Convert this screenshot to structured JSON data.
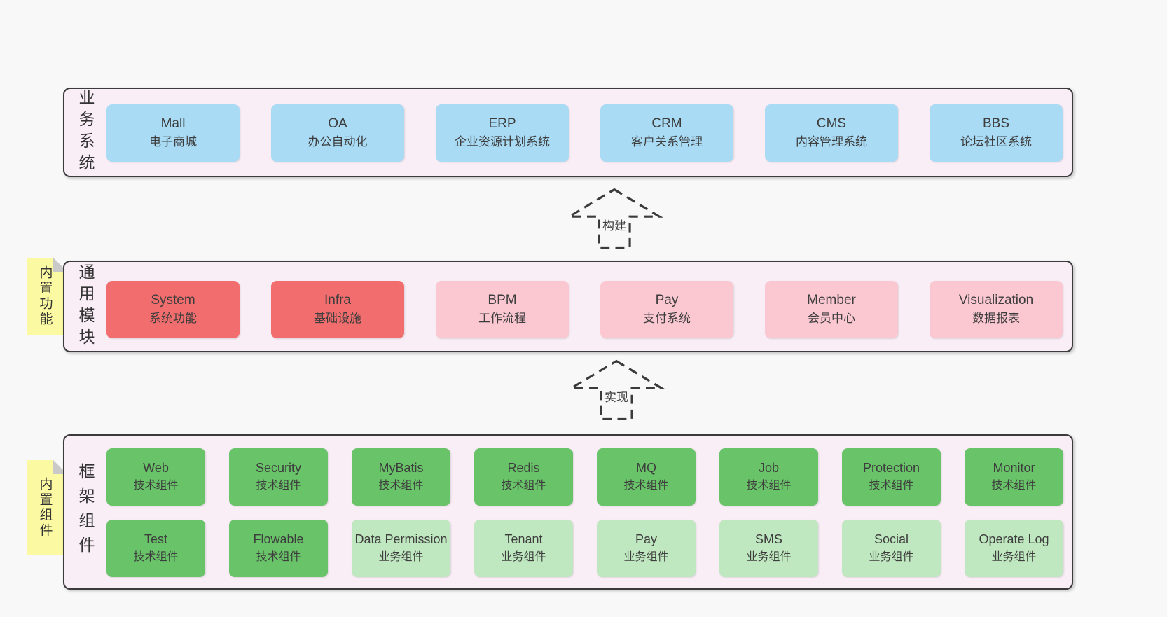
{
  "colors": {
    "page_bg": "#f8f8f8",
    "panel_bg": "#f9edf6",
    "panel_border": "#3b3b3b",
    "blue_box": "#a9dbf5",
    "red_box": "#f26d6d",
    "pink_box": "#fbc8d2",
    "green_box": "#69c369",
    "light_green_box": "#c0e8c0",
    "tab_yellow": "#fbf9a1",
    "fold_gray": "#c9c9c9",
    "text": "#3d3d3d"
  },
  "layers": {
    "business": {
      "side_label": "业务系统",
      "boxes": [
        {
          "name": "Mall",
          "desc": "电子商城"
        },
        {
          "name": "OA",
          "desc": "办公自动化"
        },
        {
          "name": "ERP",
          "desc": "企业资源计划系统"
        },
        {
          "name": "CRM",
          "desc": "客户关系管理"
        },
        {
          "name": "CMS",
          "desc": "内容管理系统"
        },
        {
          "name": "BBS",
          "desc": "论坛社区系统"
        }
      ]
    },
    "modules": {
      "side_label": "通用模块",
      "tab_label": "内置功能",
      "boxes": [
        {
          "name": "System",
          "desc": "系统功能"
        },
        {
          "name": "Infra",
          "desc": "基础设施"
        },
        {
          "name": "BPM",
          "desc": "工作流程"
        },
        {
          "name": "Pay",
          "desc": "支付系统"
        },
        {
          "name": "Member",
          "desc": "会员中心"
        },
        {
          "name": "Visualization",
          "desc": "数据报表"
        }
      ]
    },
    "components": {
      "side_label": "框架组件",
      "tab_label": "内置组件",
      "row1": [
        {
          "name": "Web",
          "desc": "技术组件"
        },
        {
          "name": "Security",
          "desc": "技术组件"
        },
        {
          "name": "MyBatis",
          "desc": "技术组件"
        },
        {
          "name": "Redis",
          "desc": "技术组件"
        },
        {
          "name": "MQ",
          "desc": "技术组件"
        },
        {
          "name": "Job",
          "desc": "技术组件"
        },
        {
          "name": "Protection",
          "desc": "技术组件"
        },
        {
          "name": "Monitor",
          "desc": "技术组件"
        }
      ],
      "row2": [
        {
          "name": "Test",
          "desc": "技术组件"
        },
        {
          "name": "Flowable",
          "desc": "技术组件"
        },
        {
          "name": "Data Permission",
          "desc": "业务组件"
        },
        {
          "name": "Tenant",
          "desc": "业务组件"
        },
        {
          "name": "Pay",
          "desc": "业务组件"
        },
        {
          "name": "SMS",
          "desc": "业务组件"
        },
        {
          "name": "Social",
          "desc": "业务组件"
        },
        {
          "name": "Operate Log",
          "desc": "业务组件"
        }
      ]
    }
  },
  "arrows": {
    "build": "构建",
    "implement": "实现"
  }
}
